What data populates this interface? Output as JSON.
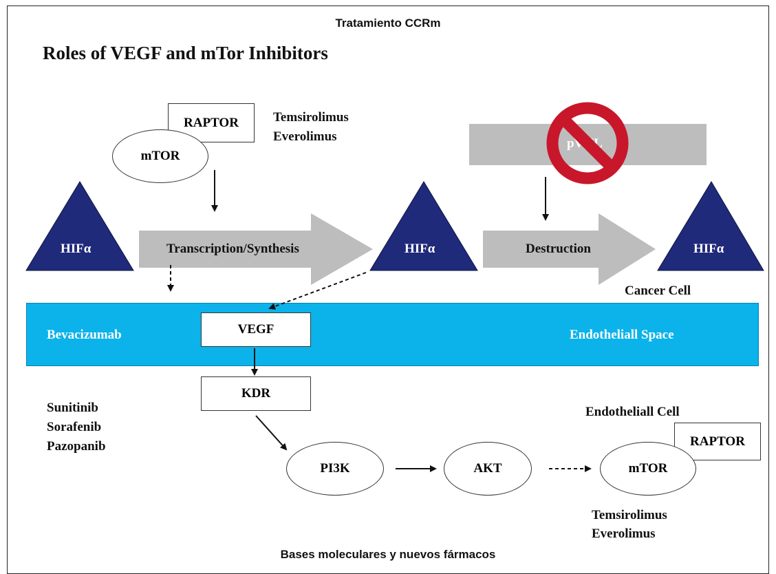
{
  "header": {
    "title": "Tratamiento CCRm"
  },
  "main_title": "Roles of VEGF and mTor Inhibitors",
  "footer": {
    "title": "Bases moleculares y nuevos fármacos"
  },
  "top": {
    "raptor": "RAPTOR",
    "mtor": "mTOR",
    "drugs": [
      "Temsirolimus",
      "Everolimus"
    ],
    "pvhl": "pVHL",
    "hif": [
      "HIFα",
      "HIFα",
      "HIFα"
    ],
    "transcription": "Transcription/Synthesis",
    "destruction": "Destruction",
    "cancer_cell": "Cancer Cell"
  },
  "band": {
    "bevacizumab": "Bevacizumab",
    "vegf": "VEGF",
    "space": "Endotheliall Space"
  },
  "bottom": {
    "kdr": "KDR",
    "tki": [
      "Sunitinib",
      "Sorafenib",
      "Pazopanib"
    ],
    "pi3k": "PI3K",
    "akt": "AKT",
    "mtor": "mTOR",
    "raptor": "RAPTOR",
    "endothelial_cell": "Endotheliall Cell",
    "drugs": [
      "Temsirolimus",
      "Everolimus"
    ]
  },
  "colors": {
    "band": "#0bb3ea",
    "hif_triangle": "#1f2a7a",
    "arrow_gray": "#bdbdbd",
    "prohibition_red": "#c8172b"
  }
}
